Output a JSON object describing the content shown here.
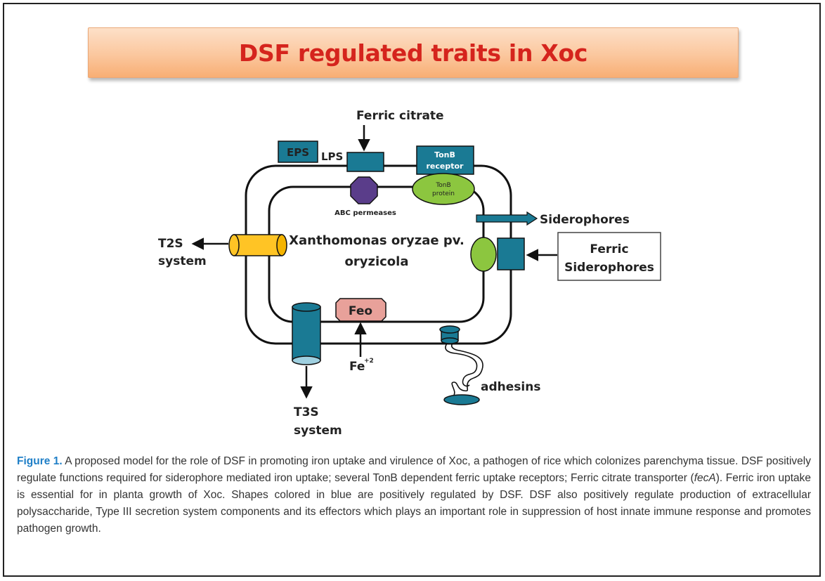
{
  "title": "DSF regulated traits in Xoc",
  "diagram": {
    "ferric_citrate": "Ferric citrate",
    "eps": "EPS",
    "lps": "LPS",
    "tonb_receptor_line1": "TonB",
    "tonb_receptor_line2": "receptor",
    "tonb_protein_line1": "TonB",
    "tonb_protein_line2": "protein",
    "abc_permeases": "ABC permeases",
    "siderophores": "Siderophores",
    "cell_name_line1": "Xanthomonas oryzae pv.",
    "cell_name_line2": "oryzicola",
    "t2s_line1": "T2S",
    "t2s_line2": "system",
    "ferric_siderophores_line1": "Ferric",
    "ferric_siderophores_line2": "Siderophores",
    "feo": "Feo",
    "fe_base": "Fe",
    "fe_charge": "+2",
    "adhesins": "adhesins",
    "t3s_line1": "T3S",
    "t3s_line2": "system"
  },
  "caption": {
    "label": "Figure 1.",
    "text_before_italic": " A proposed model for the role of DSF in promoting iron uptake and virulence of Xoc, a pathogen of rice which colonizes parenchyma tissue. DSF positively regulate functions required for siderophore mediated iron uptake; several TonB dependent ferric uptake receptors; Ferric citrate transporter (",
    "italic": "fecA",
    "text_after_italic": "). Ferric iron uptake is essential for in planta growth of Xoc. Shapes colored in blue are positively regulated by DSF. DSF also positively regulate production of extracellular polysaccharide, Type III secretion system components and its effectors which plays an important role in suppression of host innate immune response and promotes pathogen growth."
  },
  "colors": {
    "teal": "#1a7a94",
    "purple": "#5a3d8a",
    "green": "#8cc63f",
    "yellow": "#ffc425",
    "pink": "#e8a19a",
    "title_red": "#d5241d",
    "caption_blue": "#1f7fc7"
  }
}
